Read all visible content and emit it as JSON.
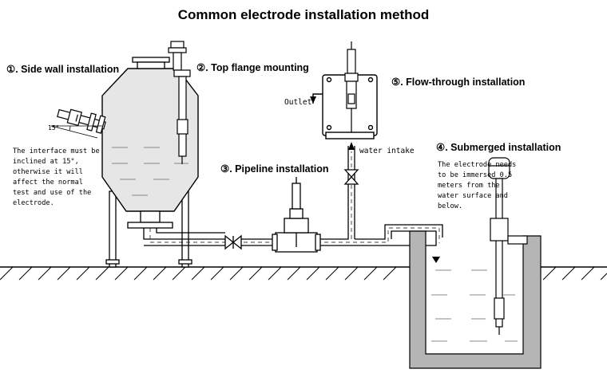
{
  "title": "Common electrode installation method",
  "labels": {
    "side_wall": "①. Side wall installation",
    "top_flange": "②. Top flange mounting",
    "pipeline": "③. Pipeline installation",
    "submerged": "④. Submerged installation",
    "flow_through": "⑤. Flow-through installation"
  },
  "notes": {
    "side_wall_note": "The interface must be\ninclined at 15°,\notherwise it will\naffect the normal\ntest and use of the\nelectrode.",
    "submerged_note": "The electrode needs\nto be immersed 0.5\nmeters from the\nwater surface and\nbelow.",
    "outlet": "Outlet",
    "water_intake": "water intake",
    "angle": "15°"
  },
  "colors": {
    "line": "#000000",
    "ground": "#000000",
    "fill_tank": "#e6e6e6",
    "water_dash": "#888888",
    "pit_wall": "#b5b5b5"
  }
}
